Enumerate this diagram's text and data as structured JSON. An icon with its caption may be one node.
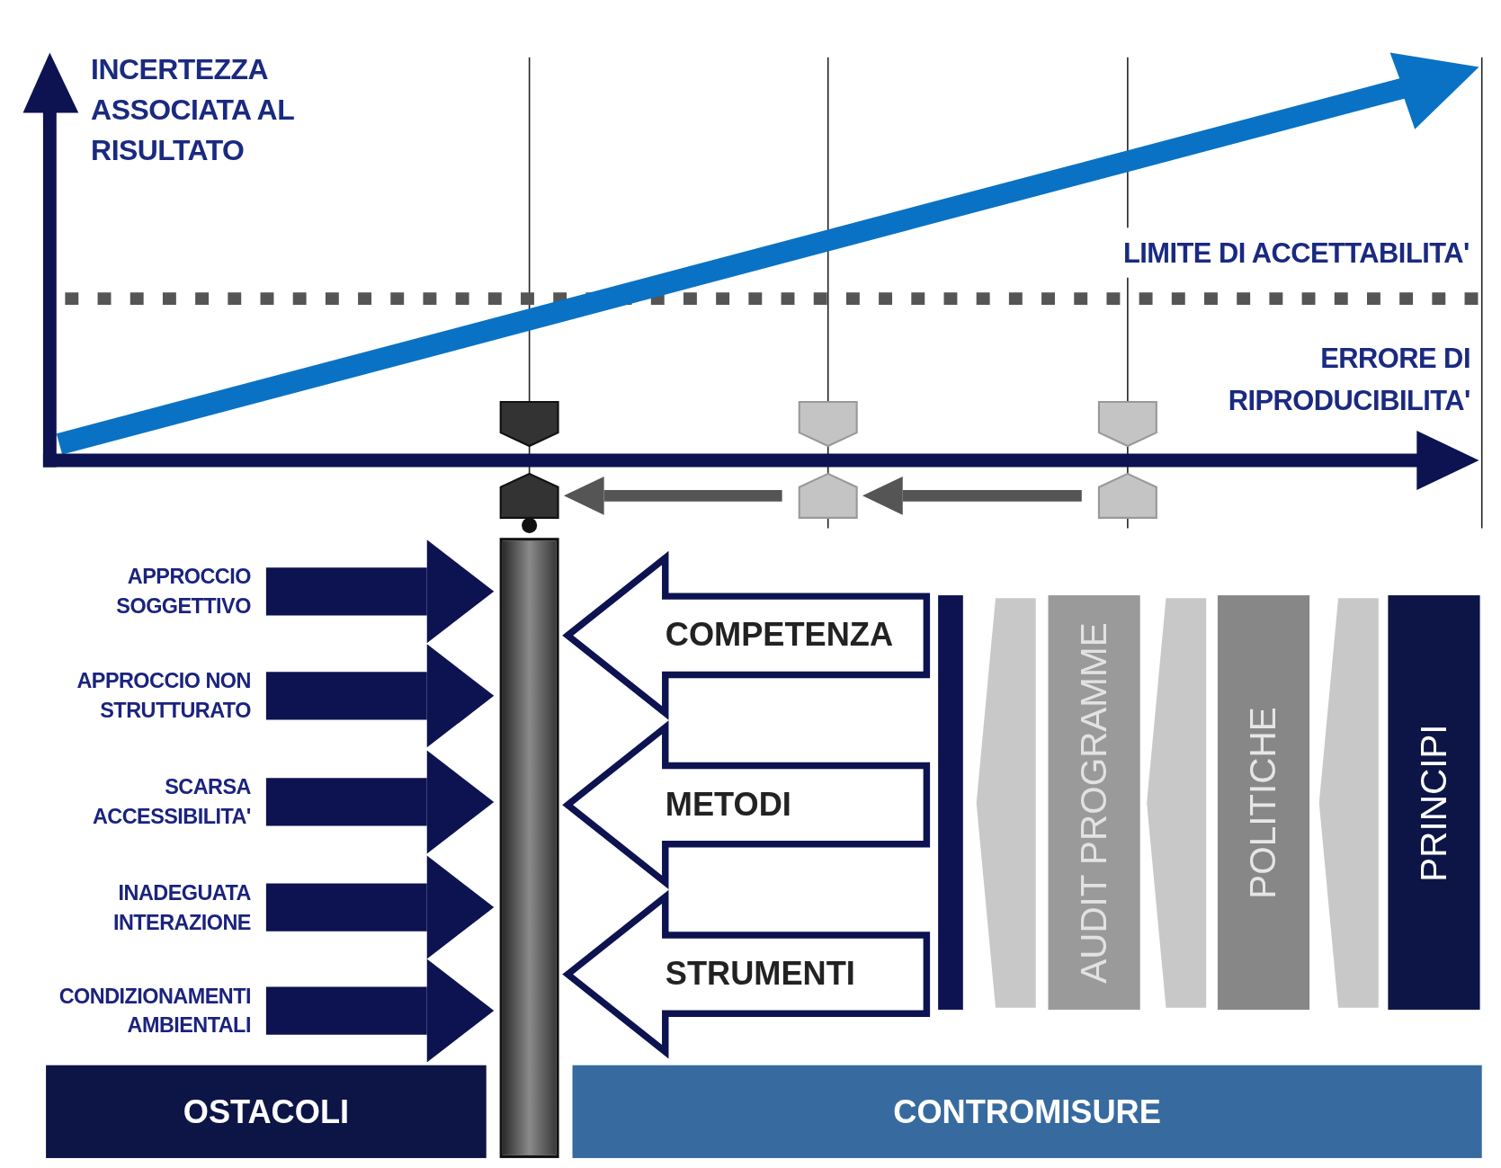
{
  "diagram": {
    "nodes": [
      {
        "text": [
          "APPROCCIO SOGGETTIVO"
        ]
      },
      {
        "text": [
          "APPROCCIO NON STRUTTURATO"
        ]
      },
      {
        "text": [
          "SCARSA ACCESSIBILITA'"
        ]
      },
      {
        "text": [
          "INADEGUATA INTERAZIONE"
        ]
      },
      {
        "text": [
          "CONDIZIONAMENTI AMBIENTALI"
        ]
      },
      {
        "text": [],
        "shape": "bar"
      },
      {
        "text": [
          "COMPETENZA"
        ]
      },
      {
        "text": [
          "METODI"
        ]
      },
      {
        "text": [
          "STRUMENTI"
        ]
      },
      {
        "text": [],
        "shape": "bar"
      },
      {
        "text": [],
        "shape": "chevron"
      },
      {
        "text": [
          "AUDIT PROGRAMME"
        ]
      },
      {
        "text": [],
        "shape": "chevron"
      },
      {
        "text": [
          "POLITICHE"
        ]
      },
      {
        "text": [],
        "shape": "chevron"
      },
      {
        "text": [
          "PRINCIPI"
        ]
      },
      {
        "text": [
          "OSTACOLI"
        ]
      },
      {
        "text": [
          "CONTROMISURE"
        ]
      },
      {
        "text": [],
        "shape": "pentagon"
      },
      {
        "text": [],
        "shape": "pentagon"
      },
      {
        "text": [],
        "shape": "pentagon"
      }
    ],
    "edges": [
      {
        "from": 0,
        "to": 5,
        "arrow": "to"
      },
      {
        "from": 1,
        "to": 5,
        "arrow": "to"
      },
      {
        "from": 2,
        "to": 5,
        "arrow": "to"
      },
      {
        "from": 3,
        "to": 5,
        "arrow": "to"
      },
      {
        "from": 4,
        "to": 5,
        "arrow": "to"
      },
      {
        "from": 20,
        "to": 19,
        "arrow": "to",
        "color": "#555555"
      },
      {
        "from": 19,
        "to": 18,
        "arrow": "to",
        "color": "#555555"
      }
    ],
    "labels": [
      "INCERTEZZA ASSOCIATA AL RISULTATO",
      "LIMITE DI ACCETTABILITA'",
      "ERRORE DI RIPRODUCIBILITA'"
    ]
  }
}
